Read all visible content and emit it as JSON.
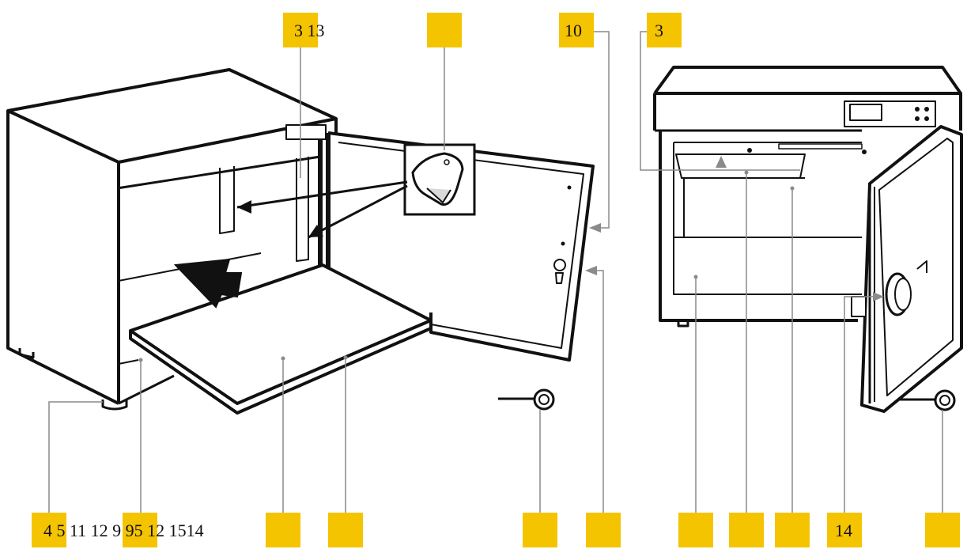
{
  "colors": {
    "callout": "#f5c400",
    "line": "#8a8a8a",
    "ink": "#111111",
    "paper": "#ffffff"
  },
  "labels": {
    "top_left_pair": "3 13",
    "top_center_right": "10",
    "top_right": "3",
    "bottom_left_row": "4 5 11 12 9 95 12 1514",
    "bottom_right": "14"
  },
  "icons": [
    "cabinet-front-illustration",
    "cabinet-side-illustration",
    "magnetic-seal-detail",
    "key-icon",
    "key-icon"
  ]
}
